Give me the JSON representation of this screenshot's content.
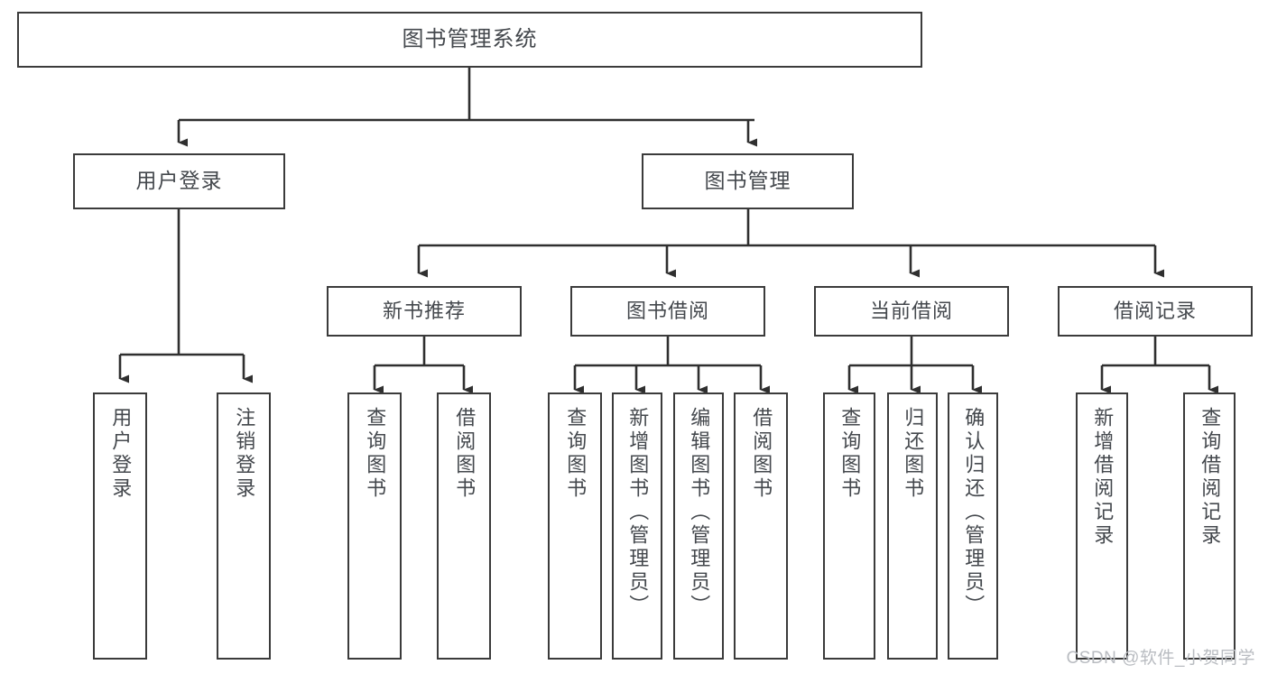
{
  "diagram": {
    "title": "图书管理系统",
    "type": "hierarchy-tree",
    "watermark": "CSDN @软件_小贺同学",
    "colors": {
      "box_border": "#3b3b3b",
      "box_fill": "#ffffff",
      "text": "#44484d",
      "edge": "#2f2f2f",
      "watermark": "#b9bcc1"
    },
    "levels": {
      "root": "图书管理系统",
      "level2": [
        "用户登录",
        "图书管理"
      ],
      "level3": [
        "新书推荐",
        "图书借阅",
        "当前借阅",
        "借阅记录"
      ]
    },
    "nodes": {
      "root": {
        "label": "图书管理系统"
      },
      "user_login": {
        "label": "用户登录"
      },
      "book_manage": {
        "label": "图书管理"
      },
      "new_book_rec": {
        "label": "新书推荐"
      },
      "book_borrow": {
        "label": "图书借阅"
      },
      "current_borrow": {
        "label": "当前借阅"
      },
      "borrow_record": {
        "label": "借阅记录"
      }
    },
    "leaves": {
      "user_login": [
        {
          "label": "用户登录"
        },
        {
          "label": "注销登录"
        }
      ],
      "new_book_rec": [
        {
          "label": "查询图书"
        },
        {
          "label": "借阅图书"
        }
      ],
      "book_borrow": [
        {
          "label": "查询图书"
        },
        {
          "label": "新增图书（管理员）"
        },
        {
          "label": "编辑图书（管理员）"
        },
        {
          "label": "借阅图书"
        }
      ],
      "current_borrow": [
        {
          "label": "查询图书"
        },
        {
          "label": "归还图书"
        },
        {
          "label": "确认归还（管理员）"
        }
      ],
      "borrow_record": [
        {
          "label": "新增借阅记录"
        },
        {
          "label": "查询借阅记录"
        }
      ]
    }
  }
}
